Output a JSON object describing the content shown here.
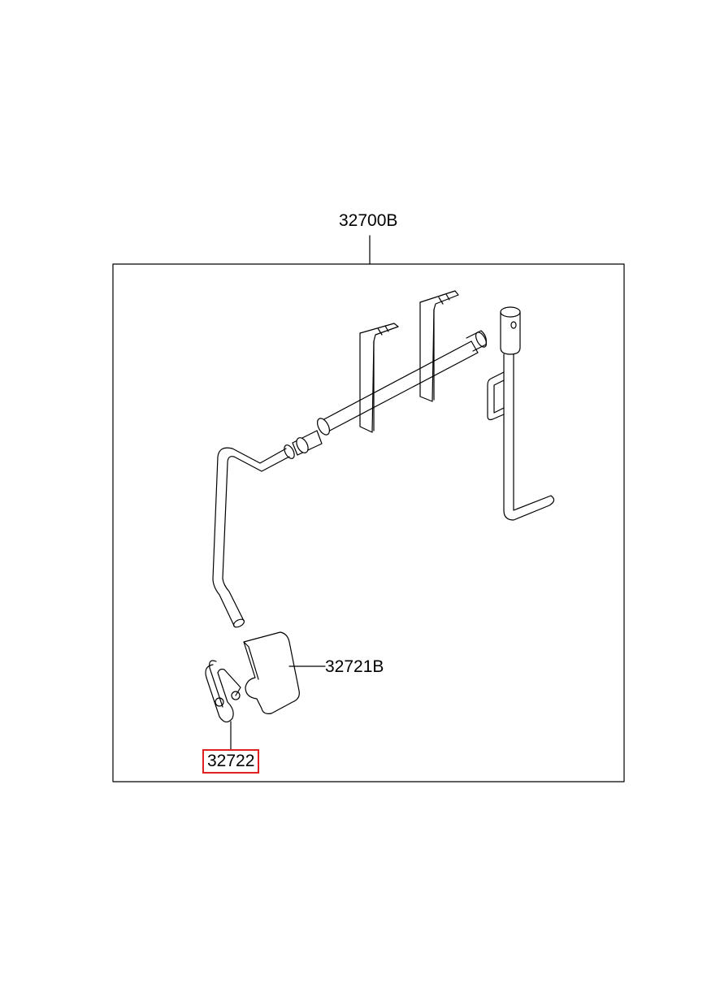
{
  "callouts": {
    "assembly": "32700B",
    "pedal_pad": "32721B",
    "clip": "32722"
  },
  "colors": {
    "line": "#000000",
    "highlight_border": "#e02020",
    "background": "#ffffff"
  }
}
